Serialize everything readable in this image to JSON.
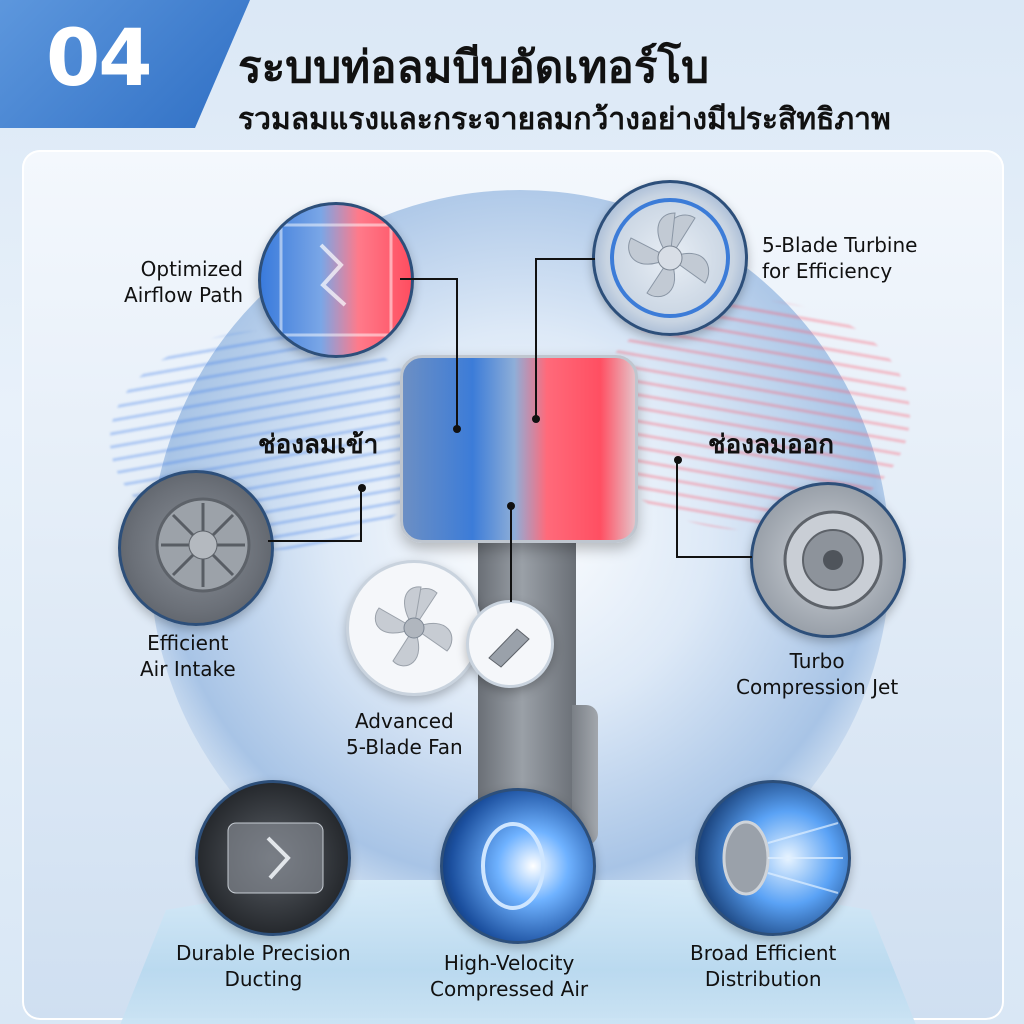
{
  "header": {
    "number": "04",
    "title": "ระบบท่อลมบีบอัดเทอร์โบ",
    "subtitle": "รวมลมแรงและกระจายลมกว้างอย่างมีประสิทธิภาพ"
  },
  "labels": {
    "optimized_airflow": [
      "Optimized",
      "Airflow Path"
    ],
    "turbine": [
      "5-Blade Turbine",
      "for Efficiency"
    ],
    "air_in": "ช่องลมเข้า",
    "air_out": "ช่องลมออก",
    "intake": [
      "Efficient",
      "Air Intake"
    ],
    "turbo_jet": [
      "Turbo",
      "Compression Jet"
    ],
    "fan": [
      "Advanced",
      "5-Blade Fan"
    ],
    "ducting": [
      "Durable Precision",
      "Ducting"
    ],
    "velocity": [
      "High-Velocity",
      "Compressed Air"
    ],
    "distribution": [
      "Broad Efficient",
      "Distribution"
    ]
  },
  "colors": {
    "accent_blue": "#2f6fc4",
    "warm_red": "#ff4f62",
    "cool_blue": "#3c7cd8"
  }
}
